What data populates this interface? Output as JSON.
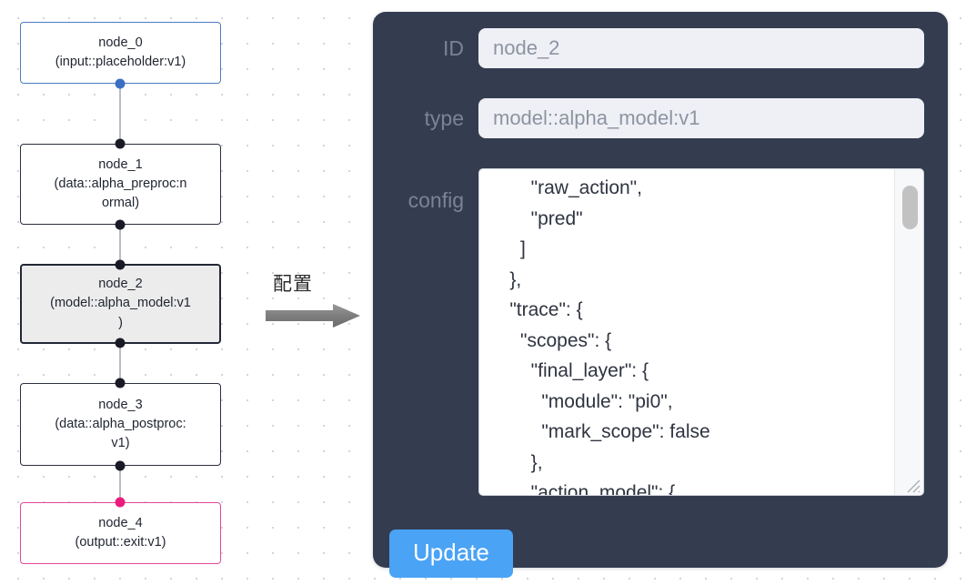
{
  "graph": {
    "nodes": [
      {
        "id": "node_0",
        "label_lines": [
          "node_0",
          "(input::placeholder:v1)"
        ],
        "state": "input"
      },
      {
        "id": "node_1",
        "label_lines": [
          "node_1",
          "(data::alpha_preproc:n",
          "ormal)"
        ],
        "state": "default"
      },
      {
        "id": "node_2",
        "label_lines": [
          "node_2",
          "(model::alpha_model:v1",
          ")"
        ],
        "state": "selected"
      },
      {
        "id": "node_3",
        "label_lines": [
          "node_3",
          "(data::alpha_postproc:",
          "v1)"
        ],
        "state": "default"
      },
      {
        "id": "node_4",
        "label_lines": [
          "node_4",
          "(output::exit:v1)"
        ],
        "state": "output"
      }
    ],
    "edges": [
      {
        "from": "node_0",
        "to": "node_1"
      },
      {
        "from": "node_1",
        "to": "node_2"
      },
      {
        "from": "node_2",
        "to": "node_3"
      },
      {
        "from": "node_3",
        "to": "node_4"
      }
    ]
  },
  "annotation": {
    "arrow_label": "配置",
    "arrow_icon": "right-arrow-icon"
  },
  "panel": {
    "fields": [
      {
        "key": "id",
        "label": "ID",
        "value": "node_2"
      },
      {
        "key": "type",
        "label": "type",
        "value": "model::alpha_model:v1"
      },
      {
        "key": "config",
        "label": "config"
      }
    ],
    "config_text": "        \"raw_action\",\n        \"pred\"\n      ]\n    },\n    \"trace\": {\n      \"scopes\": {\n        \"final_layer\": {\n          \"module\": \"pi0\",\n          \"mark_scope\": false\n        },\n        \"action_model\": {",
    "update_label": "Update",
    "accent_color": "#4aa3f5",
    "panel_color": "#343c50",
    "input_bg": "#eef0f5"
  }
}
